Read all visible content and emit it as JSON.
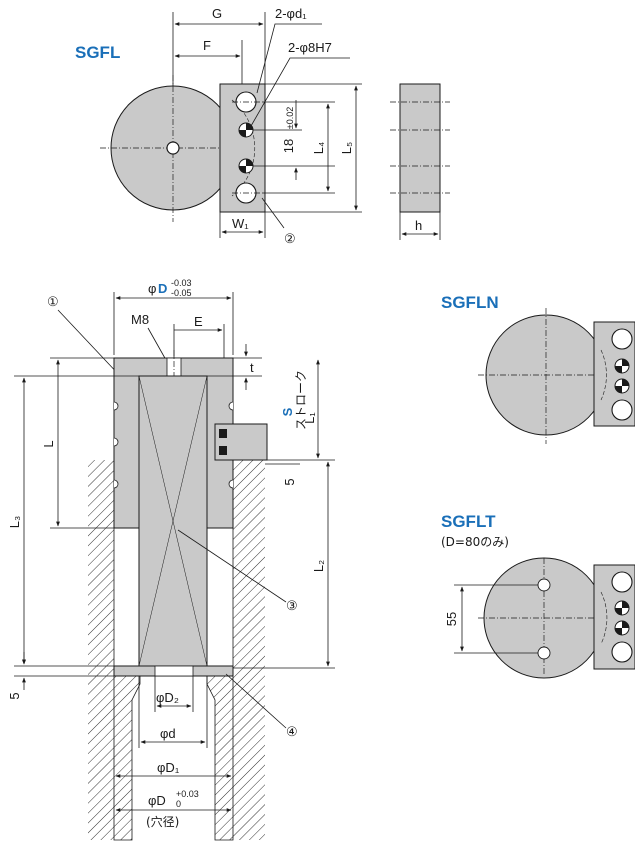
{
  "variants": {
    "sgfl": "SGFL",
    "sgfln": "SGFLN",
    "sgflt": "SGFLT",
    "sgflt_note": "(D=80のみ)"
  },
  "dimensions": {
    "G": "G",
    "F": "F",
    "d1_holes": "2-φd₁",
    "pin_holes": "2-φ8H7",
    "pitch_18": "18",
    "pitch_tol": "±0.02",
    "L4": "L₄",
    "L5": "L₅",
    "W1": "W₁",
    "h": "h",
    "D_prefix": "φ",
    "D_letter": "D",
    "D_tol_upper": "-0.03",
    "D_tol_lower": "-0.05",
    "M8": "M8",
    "E": "E",
    "t": "t",
    "S": "S",
    "stroke_jp": "ストローク",
    "L1": "L₁",
    "L": "L",
    "L3": "L₃",
    "L2": "L₂",
    "five_a": "5",
    "five_b": "5",
    "D2": "φD₂",
    "d": "φd",
    "D1": "φD₁",
    "D_bore": "φD",
    "bore_tol_upper": "+0.03",
    "bore_tol_lower": "0",
    "bore_note": "(穴径)",
    "dim_55": "55"
  },
  "callouts": {
    "c1": "①",
    "c2": "②",
    "c3": "③",
    "c4": "④"
  }
}
